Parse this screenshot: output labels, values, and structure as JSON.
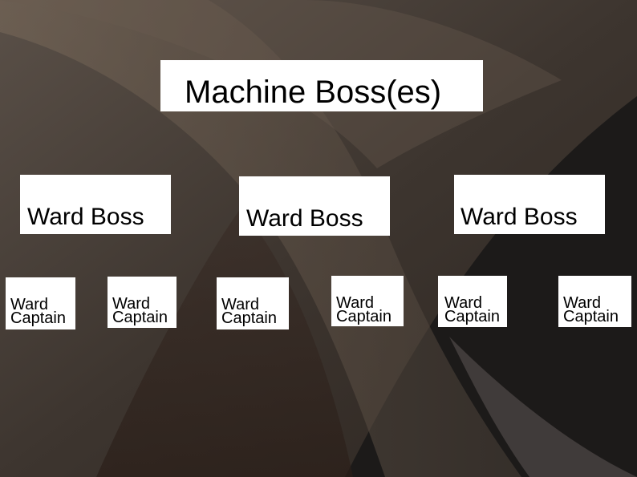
{
  "diagram": {
    "top": {
      "label": "Machine Boss(es)"
    },
    "ward_bosses": [
      {
        "label": "Ward Boss"
      },
      {
        "label": "Ward Boss"
      },
      {
        "label": "Ward Boss"
      }
    ],
    "ward_captains": [
      {
        "line1": "Ward",
        "line2": "Captain"
      },
      {
        "line1": "Ward",
        "line2": "Captain"
      },
      {
        "line1": "Ward",
        "line2": "Captain"
      },
      {
        "line1": "Ward",
        "line2": "Captain"
      },
      {
        "line1": "Ward",
        "line2": "Captain"
      },
      {
        "line1": "Ward",
        "line2": "Captain"
      }
    ]
  },
  "colors": {
    "background": "#2a2622",
    "box_fill": "#ffffff",
    "text": "#000000"
  }
}
